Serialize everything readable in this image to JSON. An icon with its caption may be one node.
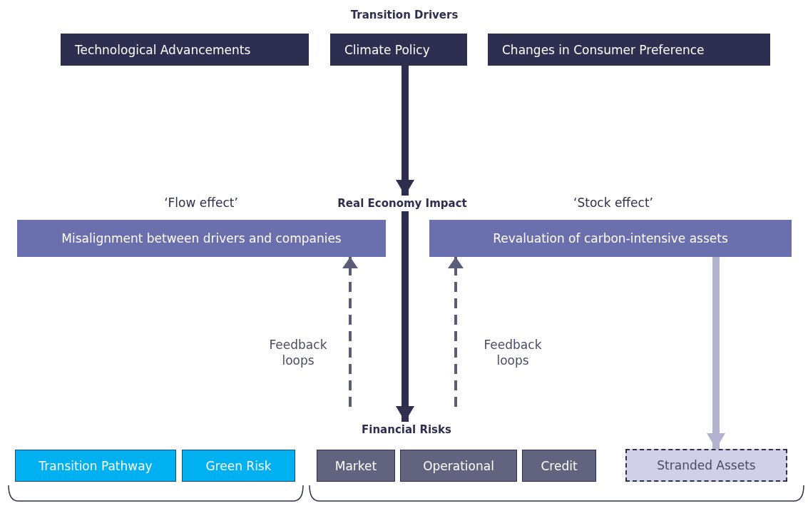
{
  "diagram": {
    "nodes": [
      {
        "text": [
          "Technological Advancements"
        ]
      },
      {
        "text": [
          "Climate Policy"
        ]
      },
      {
        "text": [
          "Changes in Consumer Preference"
        ]
      },
      {
        "text": [
          "Real Economy Impact"
        ]
      },
      {
        "text": [
          "Misalignment between drivers and companies"
        ],
        "beside": [
          "‘Flow effect’"
        ]
      },
      {
        "text": [
          "Revaluation of carbon-intensive assets"
        ],
        "beside": [
          "‘Stock effect’"
        ]
      },
      {
        "text": [
          "Financial Risks"
        ]
      },
      {
        "text": [
          "Transition Pathway"
        ]
      },
      {
        "text": [
          "Green Risk"
        ]
      },
      {
        "text": [
          "Market"
        ]
      },
      {
        "text": [
          "Operational"
        ]
      },
      {
        "text": [
          "Credit"
        ]
      },
      {
        "text": [
          "Stranded Assets"
        ]
      }
    ],
    "edges": [
      {
        "from": 1,
        "to": 3,
        "arrow": "to"
      },
      {
        "from": 3,
        "to": 6,
        "arrow": "to"
      },
      {
        "from": null,
        "to": 4,
        "arrow": "to",
        "label": "Feedback loops",
        "style": "dashed",
        "color": "#5b5d78"
      },
      {
        "from": null,
        "to": 5,
        "arrow": "to",
        "label": "Feedback loops",
        "style": "dashed",
        "color": "#5b5d78"
      },
      {
        "from": 5,
        "to": 12,
        "arrow": "to",
        "color": "#b3b2cf"
      }
    ],
    "labels": [
      "Transition Drivers"
    ]
  }
}
